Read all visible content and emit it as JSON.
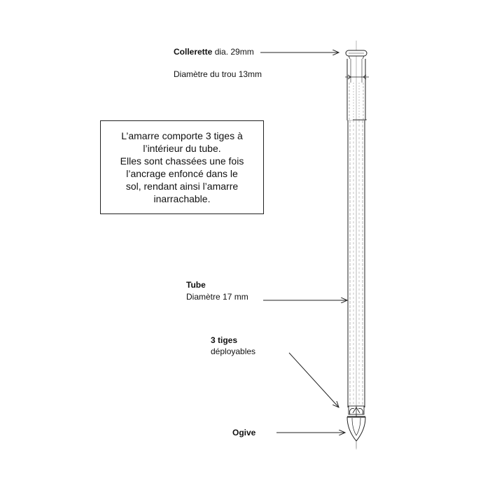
{
  "labels": {
    "collar_bold": "Collerette",
    "collar_rest": " dia. 29mm",
    "hole": "Diamètre du trou 13mm",
    "tube_title": "Tube",
    "tube_diameter": "Diamètre 17 mm",
    "rods_title": "3 tiges",
    "rods_sub": "déployables",
    "nose": "Ogive"
  },
  "note": {
    "lines": [
      "L’amarre comporte 3 tiges à",
      "l’intérieur du tube.",
      "Elles sont chassées une fois",
      "l’ancrage enfoncé dans le",
      "sol, rendant ainsi l’amarre",
      "inarrachable."
    ]
  },
  "colors": {
    "line": "#222222",
    "light_line": "#888888"
  }
}
